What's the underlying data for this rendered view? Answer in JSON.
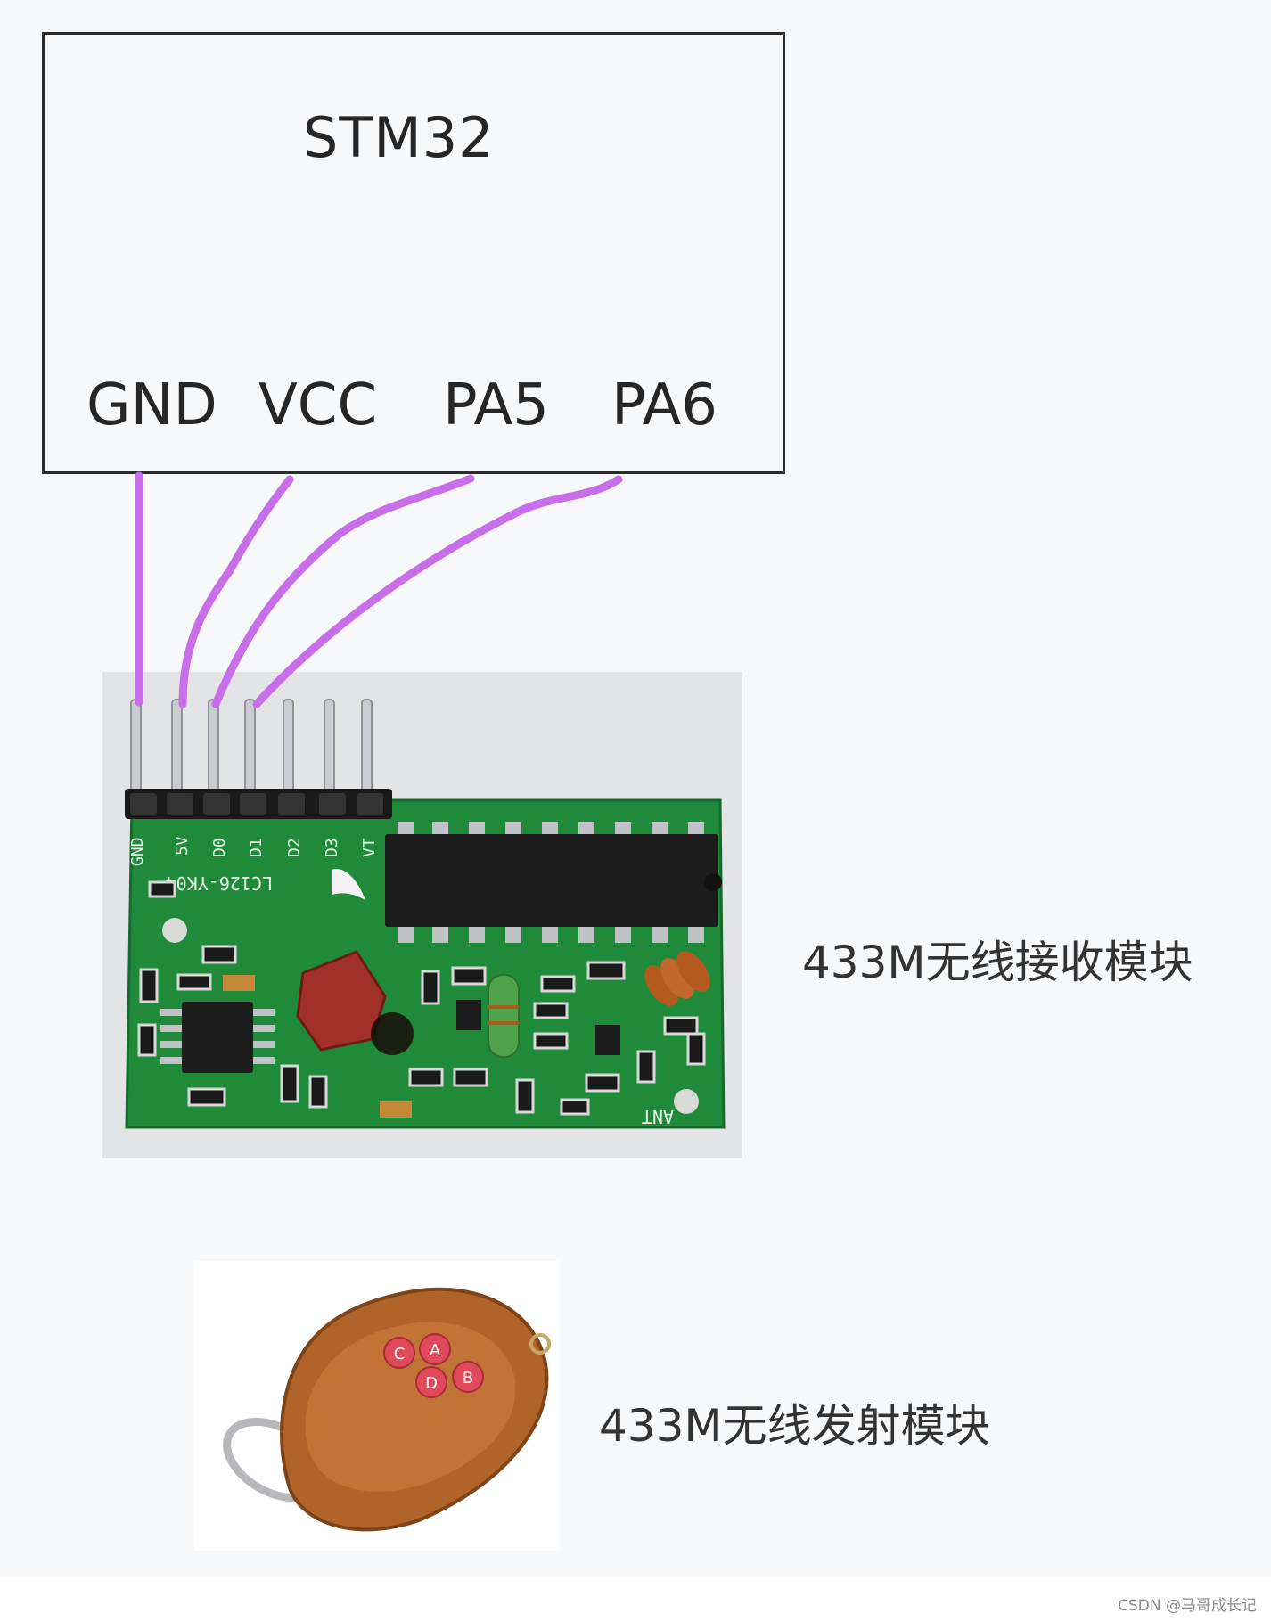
{
  "diagram": {
    "mcu": {
      "title": "STM32",
      "pins": [
        "GND",
        "VCC",
        "PA5",
        "PA6"
      ]
    },
    "receiver": {
      "caption": "433M无线接收模块",
      "board_pins": [
        "GND",
        "5V",
        "D0",
        "D1",
        "D2",
        "D3",
        "VT"
      ],
      "board_marking": "LC126-YK04",
      "antenna_label": "ANT"
    },
    "transmitter": {
      "caption": "433M无线发射模块",
      "buttons": [
        "A",
        "B",
        "C",
        "D"
      ]
    },
    "colors": {
      "wire": "#c86ee8",
      "pcb": "#1e8a3a",
      "chip": "#1c1c1c",
      "remote_body": "#b0642a",
      "remote_buttons": "#e04a5a"
    }
  },
  "watermark": "CSDN @马哥成长记"
}
